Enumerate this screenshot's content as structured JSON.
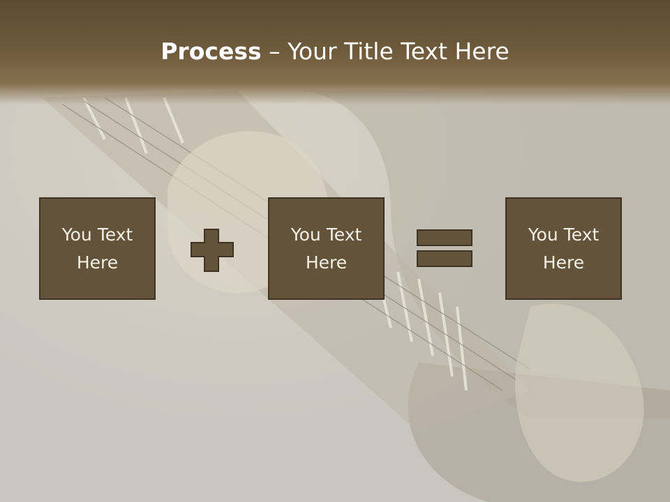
{
  "slide": {
    "title_bold": "Process",
    "title_rest": " – Your Title Text Here",
    "boxes": [
      {
        "text": "You Text Here"
      },
      {
        "text": "You Text Here"
      },
      {
        "text": "You Text Here"
      }
    ],
    "operators": [
      "plus-icon",
      "equals-icon"
    ],
    "colors": {
      "box_fill": "#63533a",
      "box_border": "#3e3222",
      "header": "#5b4b30",
      "text": "#ffffff"
    }
  }
}
